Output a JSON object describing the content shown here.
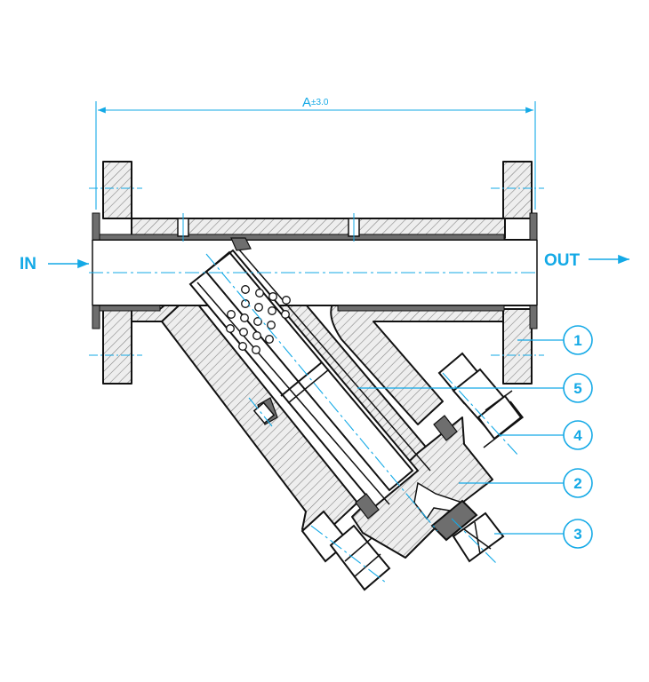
{
  "dimension": {
    "label": "A",
    "tolerance": "±3.0"
  },
  "flow": {
    "inlet": "IN",
    "outlet": "OUT"
  },
  "callouts": [
    {
      "id": "callout-1",
      "number": "1",
      "part": "body-flange"
    },
    {
      "id": "callout-5",
      "number": "5",
      "part": "strainer-screen"
    },
    {
      "id": "callout-4",
      "number": "4",
      "part": "cover-bolt"
    },
    {
      "id": "callout-2",
      "number": "2",
      "part": "cover"
    },
    {
      "id": "callout-3",
      "number": "3",
      "part": "drain-plug"
    }
  ],
  "colors": {
    "annotation": "#13a9e6",
    "outline": "#111111",
    "section_fill": "#e6e6e6",
    "gasket": "#6e6e6e"
  }
}
